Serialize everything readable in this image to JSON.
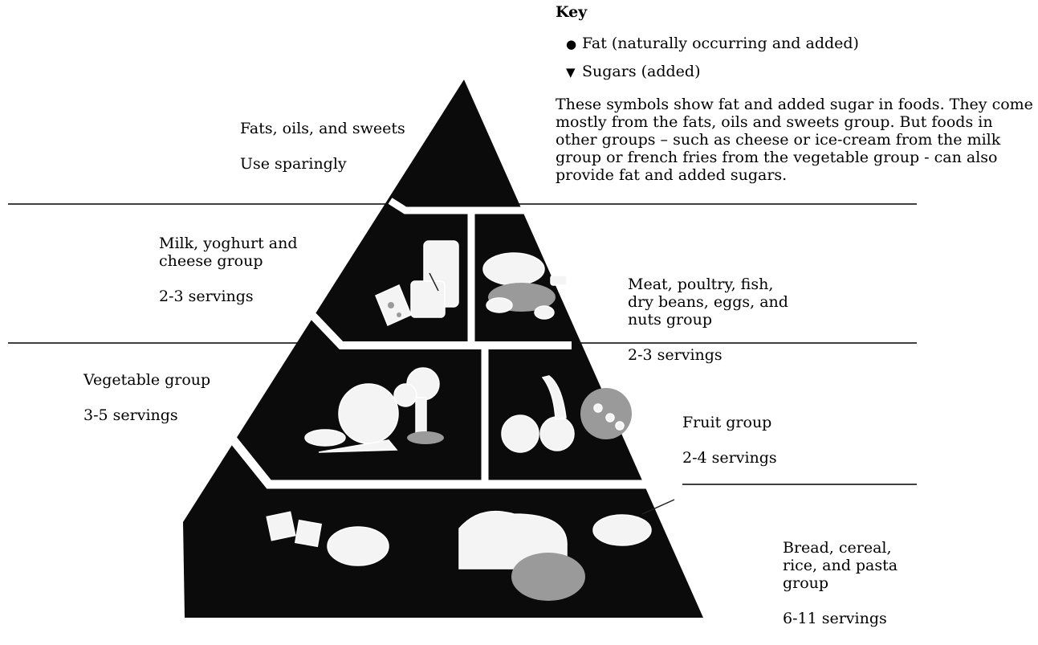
{
  "key": {
    "title": "Key",
    "items": [
      {
        "symbol": "●",
        "icon": "fat-dot-icon",
        "label": "Fat (naturally occurring and added)"
      },
      {
        "symbol": "▼",
        "icon": "sugar-triangle-icon",
        "label": "Sugars (added)"
      }
    ],
    "note": "These symbols show fat and added sugar in foods. They come mostly from the fats, oils and sweets group. But foods in other groups – such as cheese or ice-cream from the milk group or french fries from the vegetable  group - can also provide fat and added sugars."
  },
  "groups": {
    "fats": {
      "name": "Fats, oils, and sweets",
      "servings": "Use sparingly"
    },
    "milk": {
      "name": "Milk, yoghurt and\ncheese group",
      "servings": "2-3 servings"
    },
    "meat": {
      "name": "Meat, poultry, fish,\ndry beans, eggs, and\nnuts group",
      "servings": "2-3 servings"
    },
    "vegetable": {
      "name": "Vegetable group",
      "servings": "3-5 servings"
    },
    "fruit": {
      "name": "Fruit group",
      "servings": "2-4 servings"
    },
    "bread": {
      "name": "Bread, cereal,\nrice, and pasta\ngroup",
      "servings": "6-11 servings"
    }
  },
  "colors": {
    "pyramid": "#0b0b0b",
    "divider": "#ffffff",
    "rule": "#000000",
    "background": "#ffffff"
  }
}
